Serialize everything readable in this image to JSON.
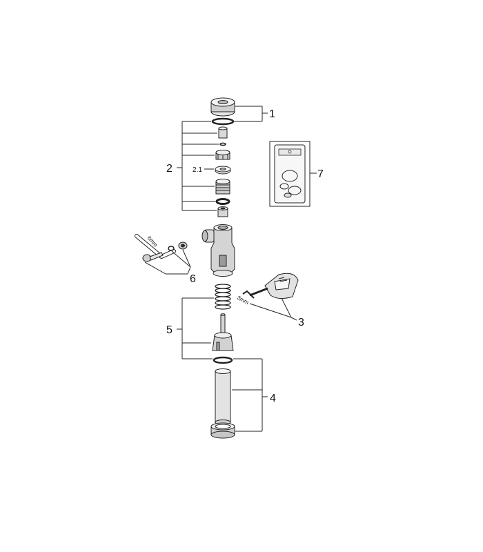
{
  "callouts": {
    "c1": "1",
    "c2": "2",
    "c21": "2.1",
    "c3": "3",
    "c4": "4",
    "c5": "5",
    "c6": "6",
    "c7": "7"
  },
  "tools": {
    "hex_key_large": "6mm",
    "hex_key_small": "3mm"
  }
}
